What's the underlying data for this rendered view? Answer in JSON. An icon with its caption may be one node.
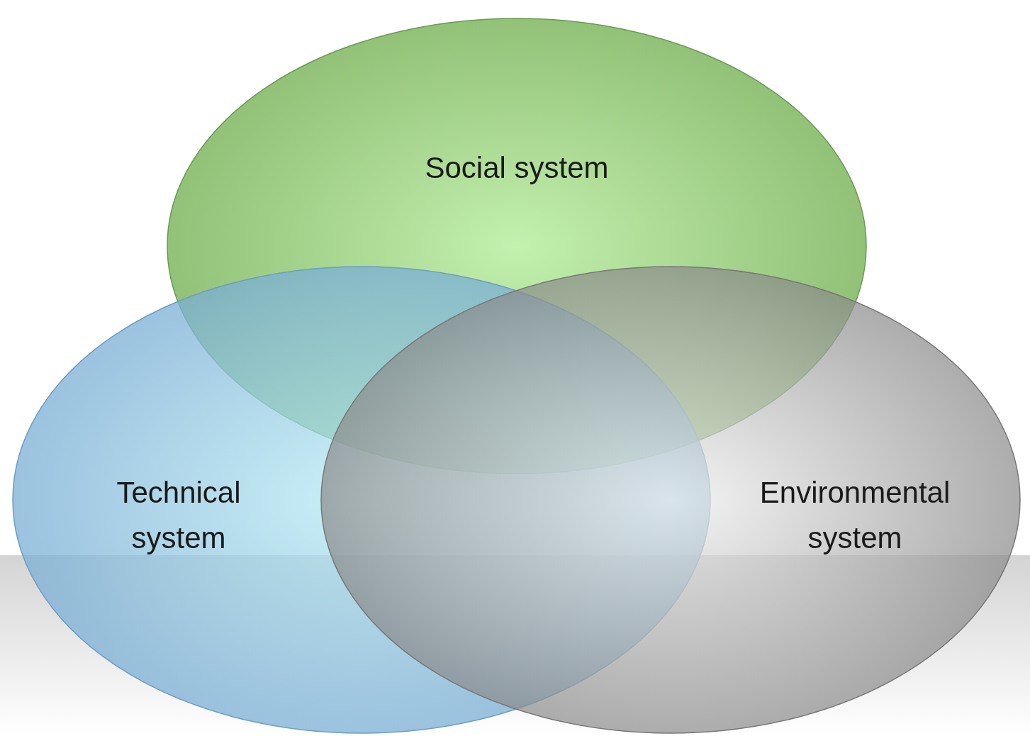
{
  "diagram": {
    "nodes": [
      {
        "text": [
          "Social system"
        ]
      },
      {
        "text": [
          "Technical system"
        ]
      },
      {
        "text": [
          "Environmental system"
        ]
      }
    ]
  }
}
